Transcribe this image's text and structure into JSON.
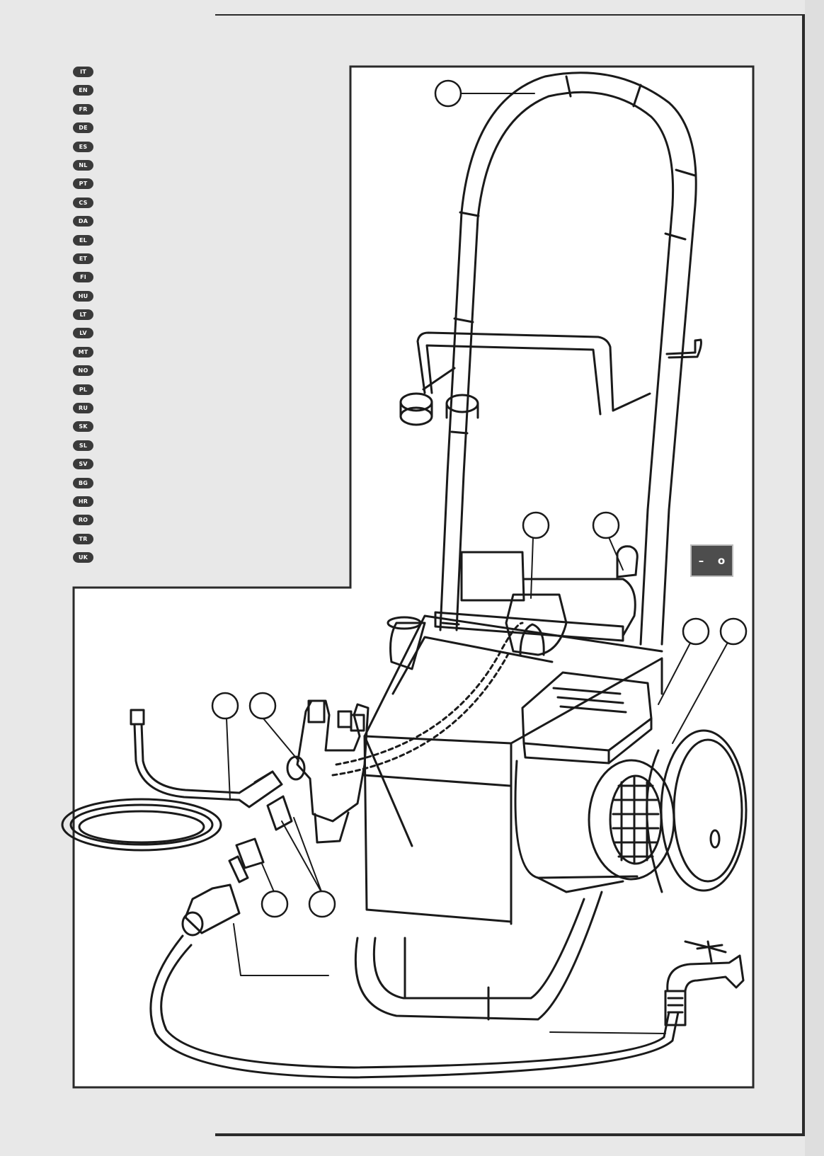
{
  "languages": [
    "IT",
    "EN",
    "FR",
    "DE",
    "ES",
    "NL",
    "PT",
    "CS",
    "DA",
    "EL",
    "ET",
    "FI",
    "HU",
    "LT",
    "LV",
    "MT",
    "NO",
    "PL",
    "RU",
    "SK",
    "SL",
    "SV",
    "BG",
    "HR",
    "RO",
    "TR",
    "UK"
  ],
  "switch": {
    "off_symbol": "–",
    "on_symbol": "o"
  }
}
